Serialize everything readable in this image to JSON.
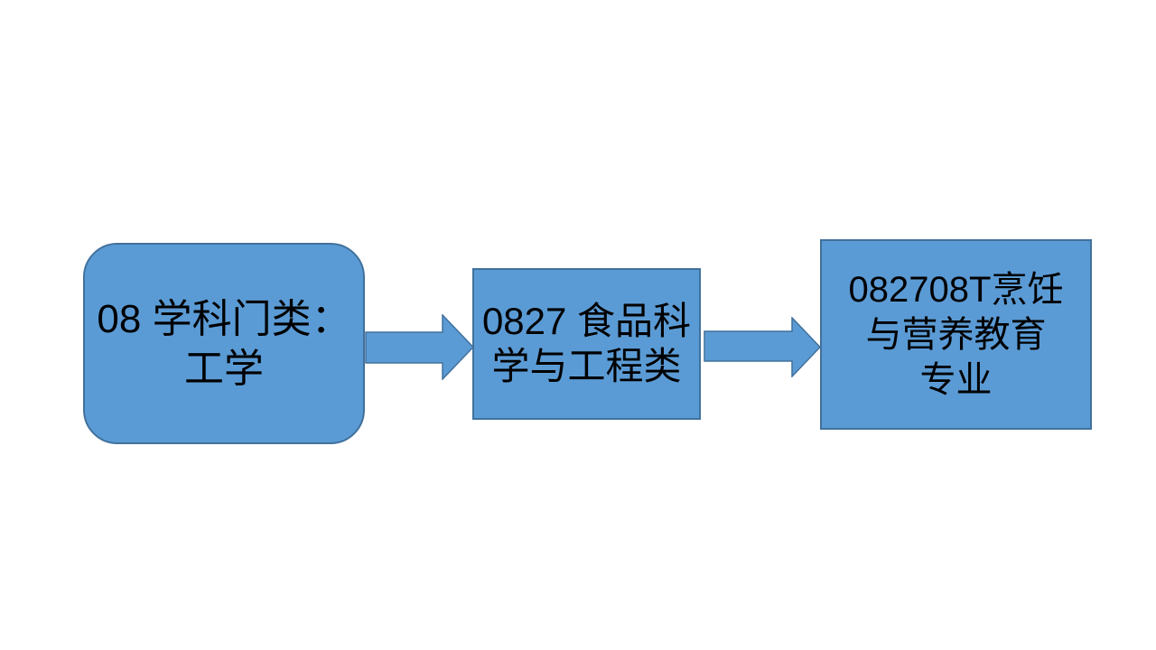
{
  "theme": {
    "canvas_bg": "#ffffff",
    "shape_fill": "#5b9bd5",
    "shape_border": "#41719c",
    "text_color": "#000000"
  },
  "diagram": {
    "type": "horizontal-flowchart",
    "nodes": [
      {
        "id": "discipline-category",
        "shape": "rounded-rectangle",
        "label": "08 学科门类：\n工学"
      },
      {
        "id": "major-class",
        "shape": "rectangle",
        "label": "0827 食品科\n学与工程类"
      },
      {
        "id": "major",
        "shape": "rectangle",
        "label": "082708T烹饪\n与营养教育\n专业"
      }
    ],
    "connectors": [
      {
        "from": "discipline-category",
        "to": "major-class",
        "icon": "right-block-arrow"
      },
      {
        "from": "major-class",
        "to": "major",
        "icon": "right-block-arrow"
      }
    ]
  }
}
